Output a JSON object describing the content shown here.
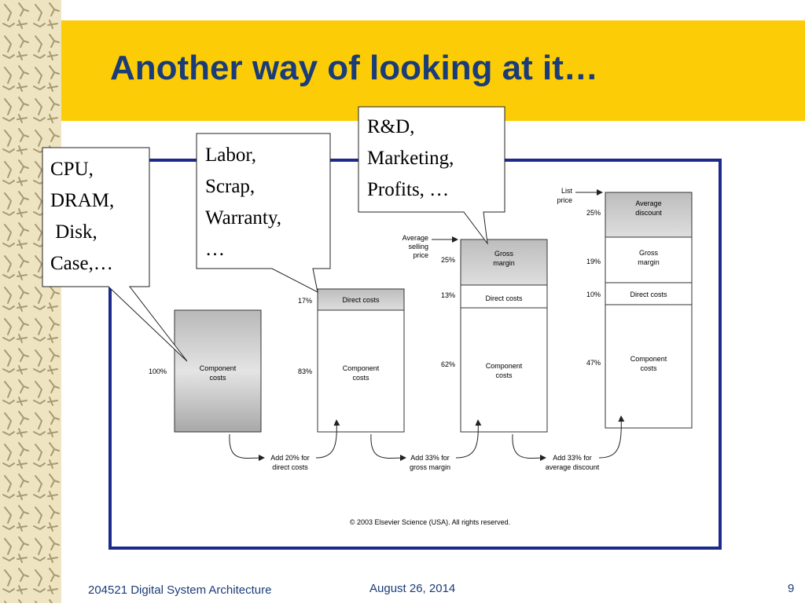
{
  "slide": {
    "title": "Another way of looking at it…",
    "footer_course": "204521 Digital System Architecture",
    "footer_date": "August 26, 2014",
    "page_number": "9"
  },
  "colors": {
    "title_band": "#fccd07",
    "title_text": "#1a3c78",
    "frame": "#1c2a8c",
    "gray_fill": "#c8c8c8"
  },
  "callouts": {
    "materials": "CPU,\nDRAM,\n Disk,\nCase,…",
    "labor": "Labor,\nScrap,\nWarranty,\n…",
    "overhead": "R&D,\nMarketing,\nProfits, …"
  },
  "figure": {
    "copyright": "© 2003 Elsevier Science (USA). All rights reserved.",
    "component_costs": "Component costs",
    "direct_costs": "Direct costs",
    "gross_margin": "Gross margin",
    "average_discount": "Average discount",
    "average_selling_price": "Average selling price",
    "list_price": "List price",
    "col1_component_pct": "100%",
    "col2_direct_pct": "17%",
    "col2_component_pct": "83%",
    "col3_gross_pct": "25%",
    "col3_direct_pct": "13%",
    "col3_component_pct": "62%",
    "col4_discount_pct": "25%",
    "col4_gross_pct": "19%",
    "col4_direct_pct": "10%",
    "col4_component_pct": "47%",
    "step1": "Add 20% for direct costs",
    "step2": "Add 33% for gross margin",
    "step3": "Add 33% for average discount"
  }
}
